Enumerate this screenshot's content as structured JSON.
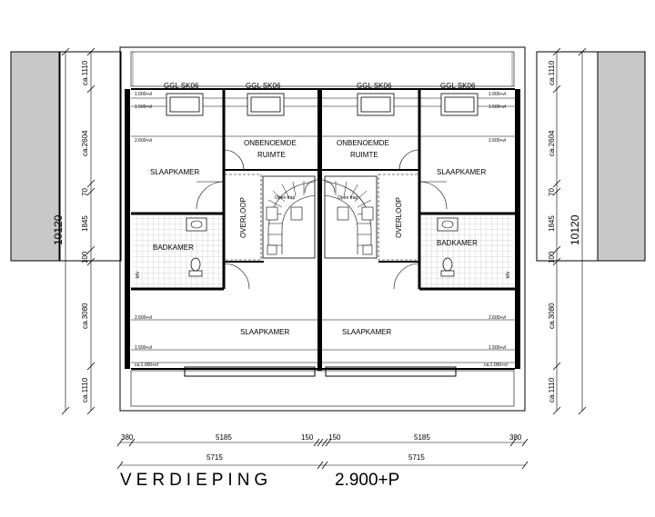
{
  "title": {
    "label": "VERDIEPING",
    "level": "2.900+P"
  },
  "rooms": {
    "skylight": "GGL SK06",
    "slaapkamer": "SLAAPKAMER",
    "onbenoemde": "ONBENOEMDE",
    "ruimte": "RUIMTE",
    "badkamer": "BADKAMER",
    "overloop": "OVERLOOP",
    "open_trap": "Open trap",
    "mv": "MV"
  },
  "heights": {
    "h1000": "1.000+vl",
    "h1500": "1.500+vl",
    "h2600": "2.600+vl",
    "h1000_ca": "ca.1.000+vl"
  },
  "vertical_dims": {
    "total": "10120",
    "d1110_top": "ca.1110",
    "d2604": "ca.2604",
    "d70": "70",
    "d1845": "1845",
    "d100": "100",
    "d3080": "ca.3080",
    "d1110_bot": "ca.1110"
  },
  "horizontal_dims": {
    "d380": "380",
    "d5185": "5185",
    "d150": "150",
    "d5715": "5715"
  },
  "colors": {
    "line": "#000000",
    "roof": "#c8c8c8",
    "tile_grid": "#9a9a9a"
  }
}
